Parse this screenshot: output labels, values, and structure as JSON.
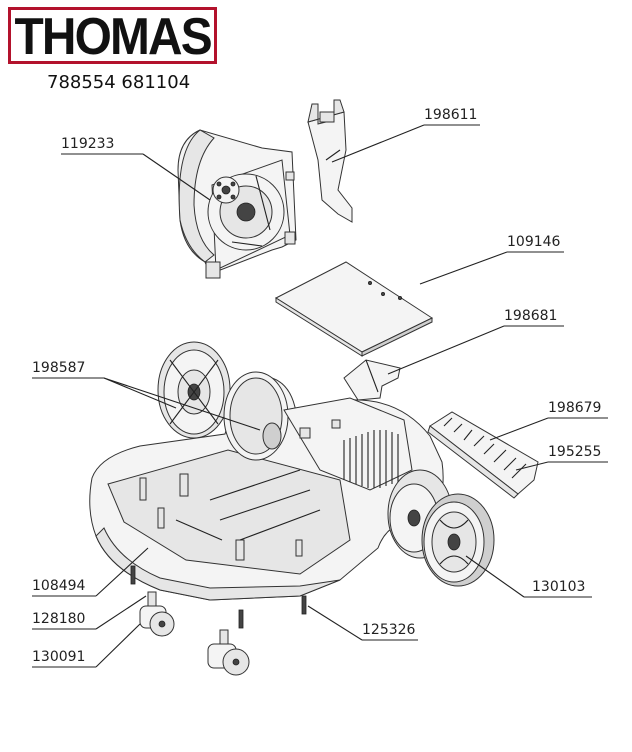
{
  "brand": {
    "logo_text": "THOMAS",
    "accent_color": "#b3122c"
  },
  "model_numbers": "788554 681104",
  "parts": [
    {
      "id": "119233"
    },
    {
      "id": "198611"
    },
    {
      "id": "109146"
    },
    {
      "id": "198681"
    },
    {
      "id": "198587"
    },
    {
      "id": "198679"
    },
    {
      "id": "195255"
    },
    {
      "id": "108494"
    },
    {
      "id": "130103"
    },
    {
      "id": "128180"
    },
    {
      "id": "125326"
    },
    {
      "id": "130091"
    }
  ]
}
